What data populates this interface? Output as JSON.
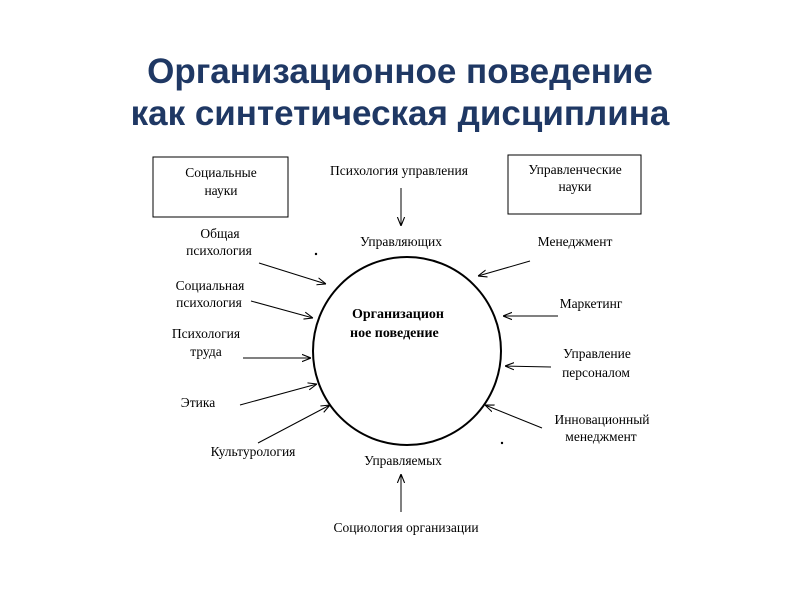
{
  "title": {
    "line1": "Организационное поведение",
    "line2": "как синтетическая дисциплина"
  },
  "diagram": {
    "center": {
      "line1": "Организацион",
      "line2": "ное поведение"
    },
    "boxes": {
      "social_sciences": [
        "Социальные",
        "науки"
      ],
      "management_sciences": [
        "Управленческие",
        "науки"
      ]
    },
    "top": {
      "source": "Психология управления",
      "target": "Управляющих"
    },
    "bottom": {
      "source": "Социология организации",
      "target": "Управляемых"
    },
    "left": {
      "general_psychology": [
        "Общая",
        "психология"
      ],
      "social_psychology": [
        "Социальная",
        "психология"
      ],
      "labor_psychology": [
        "Психология",
        "труда"
      ],
      "ethics": [
        "Этика"
      ],
      "culturology": [
        "Культурология"
      ]
    },
    "right": {
      "management": [
        "Менеджмент"
      ],
      "marketing": [
        "Маркетинг"
      ],
      "hr_management": [
        "Управление",
        "персоналом"
      ],
      "innovation_management": [
        "Инновационный",
        "менеджмент"
      ]
    }
  }
}
